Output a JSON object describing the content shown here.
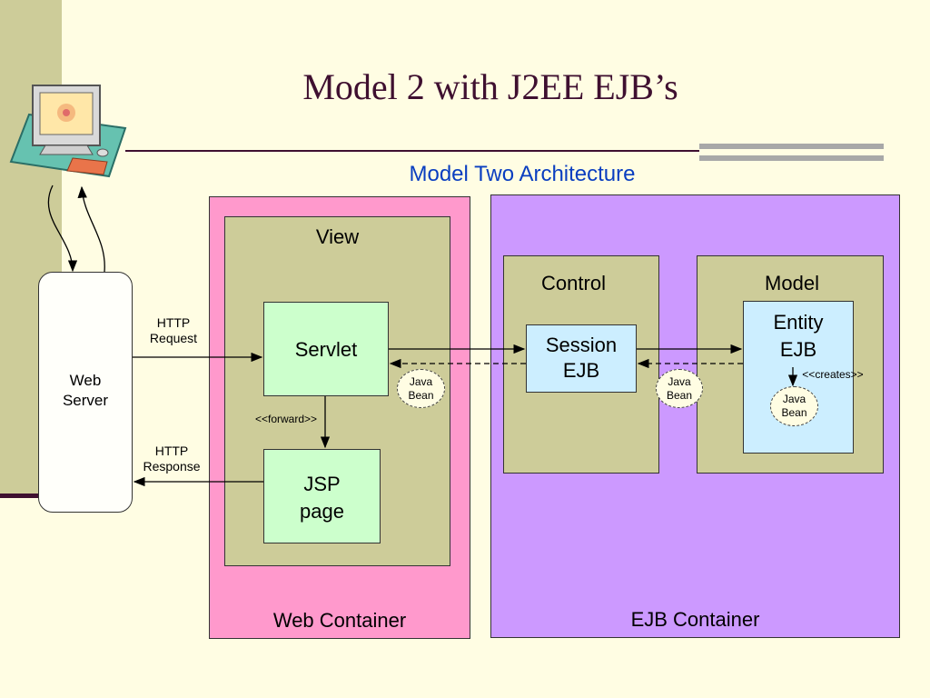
{
  "slide": {
    "title": "Model 2 with J2EE EJB’s"
  },
  "diagram": {
    "heading": "Model Two Architecture",
    "web_container_label": "Web Container",
    "ejb_container_label": "EJB Container",
    "view_label": "View",
    "control_label": "Control",
    "model_label": "Model",
    "servlet_label": "Servlet",
    "jsp_label_line1": "JSP",
    "jsp_label_line2": "page",
    "session_label_line1": "Session",
    "session_label_line2": "EJB",
    "entity_label_line1": "Entity",
    "entity_label_line2": "EJB",
    "web_server_line1": "Web",
    "web_server_line2": "Server",
    "http_request_line1": "HTTP",
    "http_request_line2": "Request",
    "http_response_line1": "HTTP",
    "http_response_line2": "Response",
    "forward_label": "<<forward>>",
    "creates_label": "<<creates>>",
    "java_bean_line1": "Java",
    "java_bean_line2": "Bean"
  },
  "colors": {
    "background": "#fffde3",
    "left_band": "#cdcc99",
    "title": "#3f1030",
    "heading": "#0a3ec0",
    "web_container": "#ff99cc",
    "ejb_container": "#cc99ff",
    "inner_box": "#cdcc99",
    "servlet_jsp": "#ccffcc",
    "ejb_boxes": "#cceeff"
  },
  "icons": {
    "client": "computer-monitor-icon"
  }
}
